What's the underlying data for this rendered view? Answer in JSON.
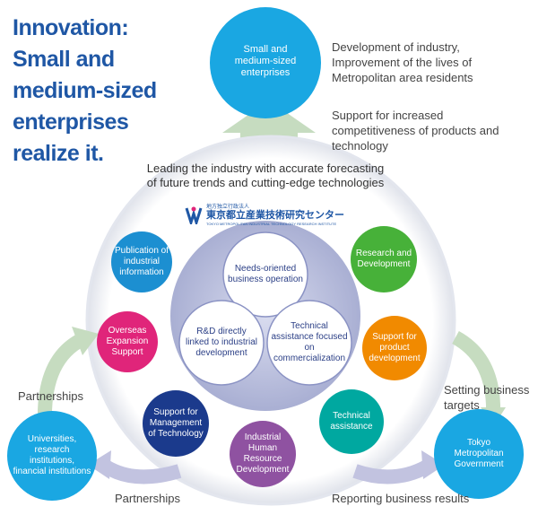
{
  "headline": [
    "Innovation:",
    "Small and",
    "medium-sized",
    "enterprises",
    "realize it."
  ],
  "top_node": {
    "label": "Small and medium-sized enterprises",
    "color": "#1aa7e2"
  },
  "right_notes": [
    "Development of industry, Improvement of the lives of Metropolitan area residents",
    "Support for increased competitiveness of products and technology"
  ],
  "center_caption": "Leading the industry with accurate forecasting of future trends and cutting-edge technologies",
  "org_logo": {
    "small_text": "地方独立行政法人",
    "name": "東京都立産業技術研究センター",
    "english": "TOKYO METROPOLITAN INDUSTRIAL TECHNOLOGY RESEARCH INSTITUTE"
  },
  "core": [
    {
      "label": "Needs-oriented business operation"
    },
    {
      "label": "R&D directly linked to industrial development"
    },
    {
      "label": "Technical assistance focused on commercialization"
    }
  ],
  "services": [
    {
      "label": "Publication of industrial information",
      "color": "#1c8fd1"
    },
    {
      "label": "Research and Development",
      "color": "#47b139"
    },
    {
      "label": "Overseas Expansion Support",
      "color": "#e0257a"
    },
    {
      "label": "Support for product development",
      "color": "#f18a00"
    },
    {
      "label": "Support for Management of Technology",
      "color": "#1b3a8c"
    },
    {
      "label": "Technical assistance",
      "color": "#00a8a0"
    },
    {
      "label": "Industrial Human Resource Development",
      "color": "#8f52a1"
    }
  ],
  "left_node": {
    "label": "Universities, research institutions, financial institutions",
    "color": "#1aa7e2"
  },
  "right_node": {
    "label": "Tokyo Metropolitan Government",
    "color": "#1aa7e2"
  },
  "edges": {
    "partnerships_left": "Partnerships",
    "partnerships_bottom": "Partnerships",
    "setting_targets": "Setting business targets",
    "reporting": "Reporting business results"
  }
}
